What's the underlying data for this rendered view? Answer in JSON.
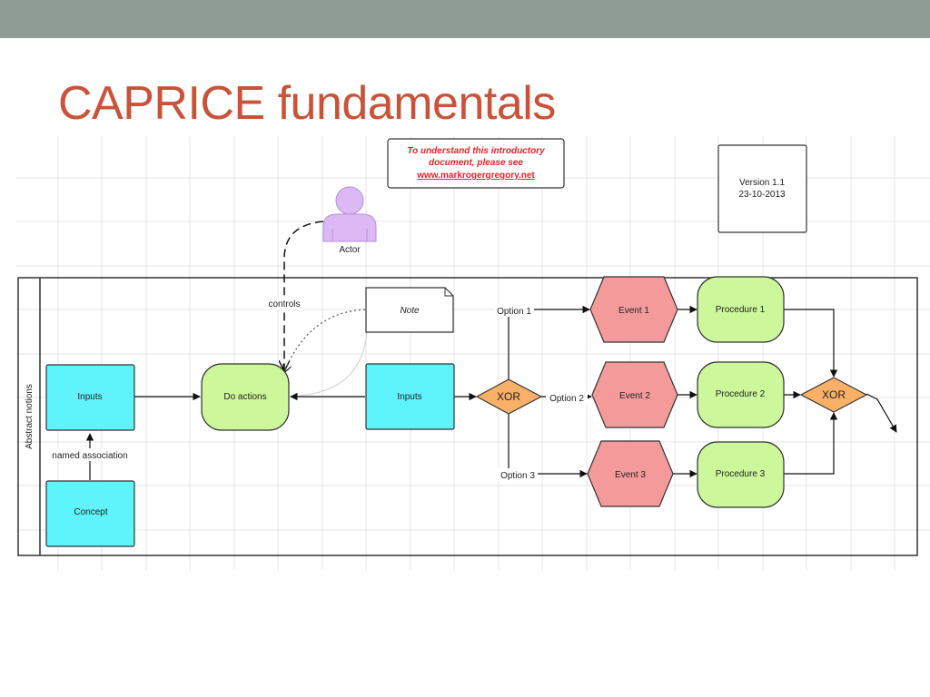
{
  "slide": {
    "title": "CAPRICE fundamentals"
  },
  "diagram": {
    "info_box": {
      "line1": "To understand this introductory",
      "line2": "document, please see",
      "link": "www.markrogergregory.net"
    },
    "version_box": {
      "version": "Version 1.1",
      "date": "23-10-2013"
    },
    "actor": {
      "label": "Actor"
    },
    "edge_labels": {
      "controls": "controls",
      "named_association": "named association",
      "option1": "Option 1",
      "option2": "Option 2",
      "option3": "Option 3"
    },
    "swimlane": {
      "label": "Abstract notions"
    },
    "nodes": {
      "inputs_left": "Inputs",
      "concept": "Concept",
      "do_actions": "Do actions",
      "note": "Note",
      "inputs_mid": "Inputs",
      "xor1": "XOR",
      "xor2": "XOR",
      "event1": "Event 1",
      "event2": "Event 2",
      "event3": "Event 3",
      "procedure1": "Procedure 1",
      "procedure2": "Procedure 2",
      "procedure3": "Procedure 3"
    },
    "colors": {
      "cyan": "#5ff3fb",
      "green": "#ccf79a",
      "red": "#f59a9b",
      "orange": "#fbb068",
      "actor": "#dcb9f5",
      "title": "#c8533a",
      "info_text": "#e8202a"
    }
  }
}
